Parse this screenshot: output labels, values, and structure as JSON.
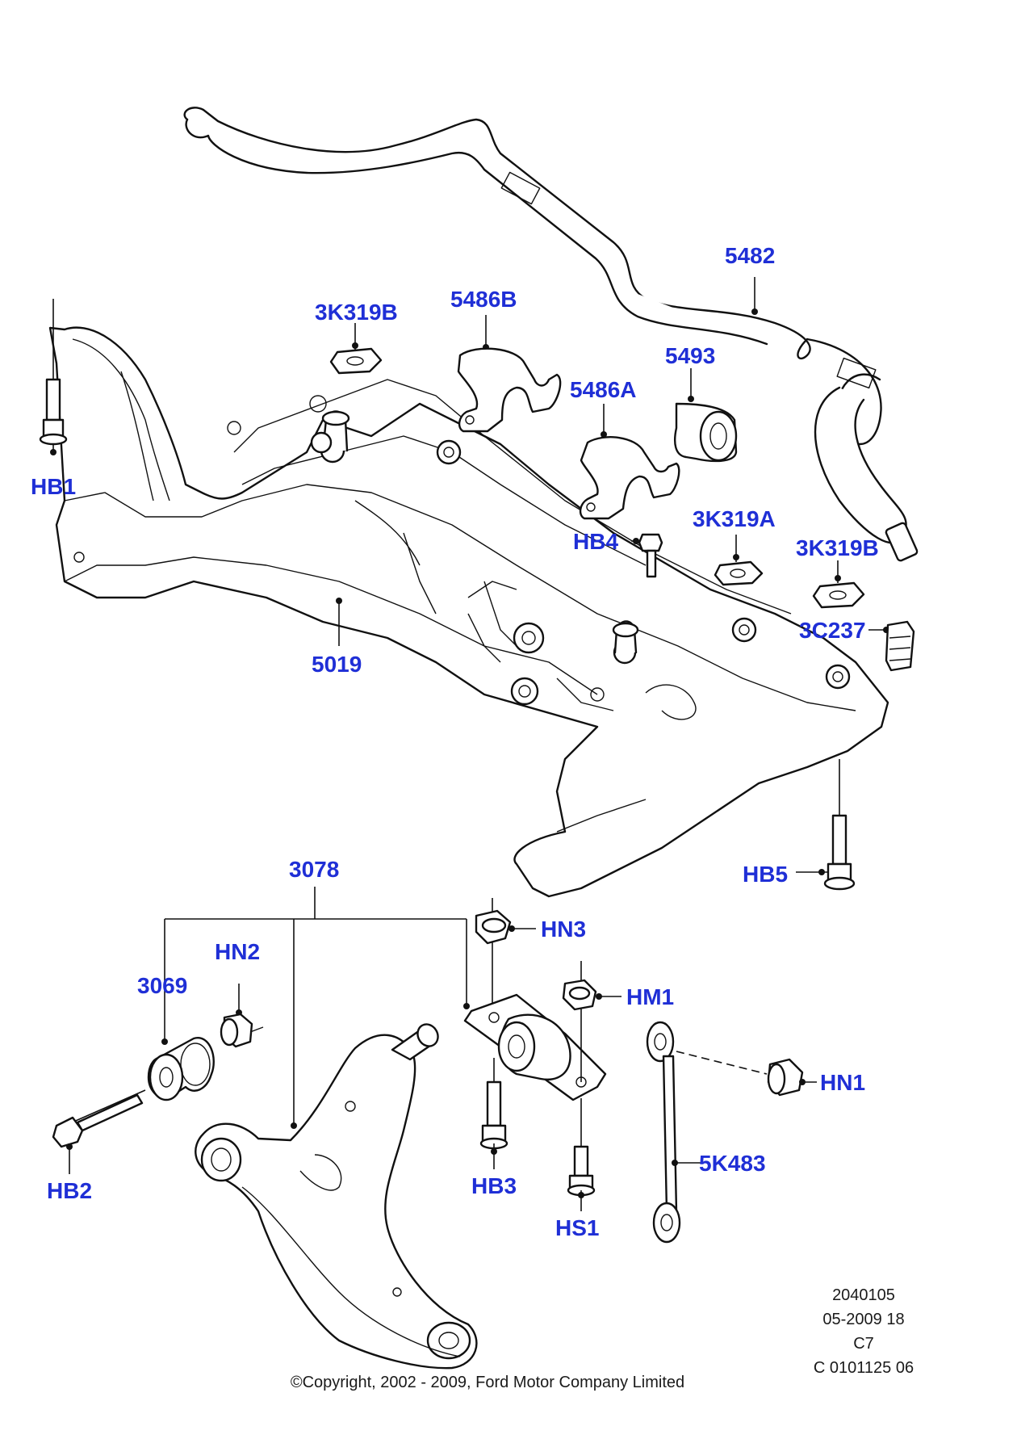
{
  "colors": {
    "label": "#1f2fd6",
    "line": "#111111",
    "background": "#ffffff"
  },
  "labels": {
    "p5482": "5482",
    "p3K319B_top": "3K319B",
    "p5486B": "5486B",
    "p5493": "5493",
    "p5486A": "5486A",
    "pHB1": "HB1",
    "pHB4": "HB4",
    "p3K319A": "3K319A",
    "p3K319B_right": "3K319B",
    "p3C237": "3C237",
    "p5019": "5019",
    "pHB5": "HB5",
    "p3078": "3078",
    "pHN3": "HN3",
    "pHN2": "HN2",
    "p3069": "3069",
    "pHM1": "HM1",
    "pHN1": "HN1",
    "pHB2": "HB2",
    "p5K483": "5K483",
    "pHB3": "HB3",
    "pHS1": "HS1"
  },
  "meta": {
    "line1": "2040105",
    "line2": "05-2009 18",
    "line3": "C7",
    "line4": "C 0101125 06",
    "copyright": "©Copyright, 2002 - 2009, Ford Motor Company Limited"
  }
}
